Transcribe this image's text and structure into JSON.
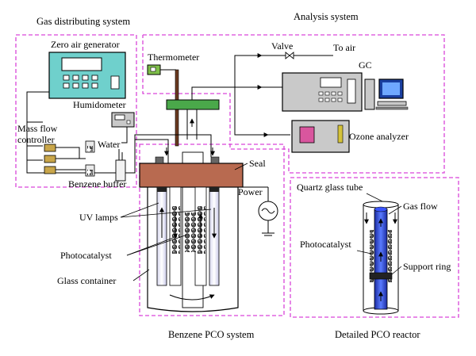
{
  "systems": {
    "gas": "Gas distributing system",
    "analysis": "Analysis system",
    "pco": "Benzene PCO system",
    "detail": "Detailed PCO reactor"
  },
  "components": {
    "zero_air": "Zero air generator",
    "thermometer": "Thermometer",
    "valve": "Valve",
    "to_air": "To air",
    "gc": "GC",
    "humidometer": "Humidometer",
    "mfc": "Mass flow\ncontroller",
    "water": "Water",
    "benzene_buffer": "Benzene buffer",
    "ozone": "Ozone analyzer",
    "seal": "Seal",
    "power": "Power",
    "uv_lamps": "UV lamps",
    "photocatalyst": "Photocatalyst",
    "glass_container": "Glass container",
    "quartz_tube": "Quartz glass tube",
    "gas_flow": "Gas flow",
    "photocatalyst_detail": "Photocatalyst",
    "support_ring": "Support ring"
  },
  "colors": {
    "dashed_box": "#d946d9",
    "instrument_teal": "#6fd0cc",
    "instrument_gray": "#c9c9c9",
    "seal_brown": "#b86a50",
    "cap_green": "#4aa84a",
    "tube_blue": "#2b3fd6",
    "thermometer_bulb": "#7fbf4a",
    "ozone_screen": "#d9569e"
  }
}
